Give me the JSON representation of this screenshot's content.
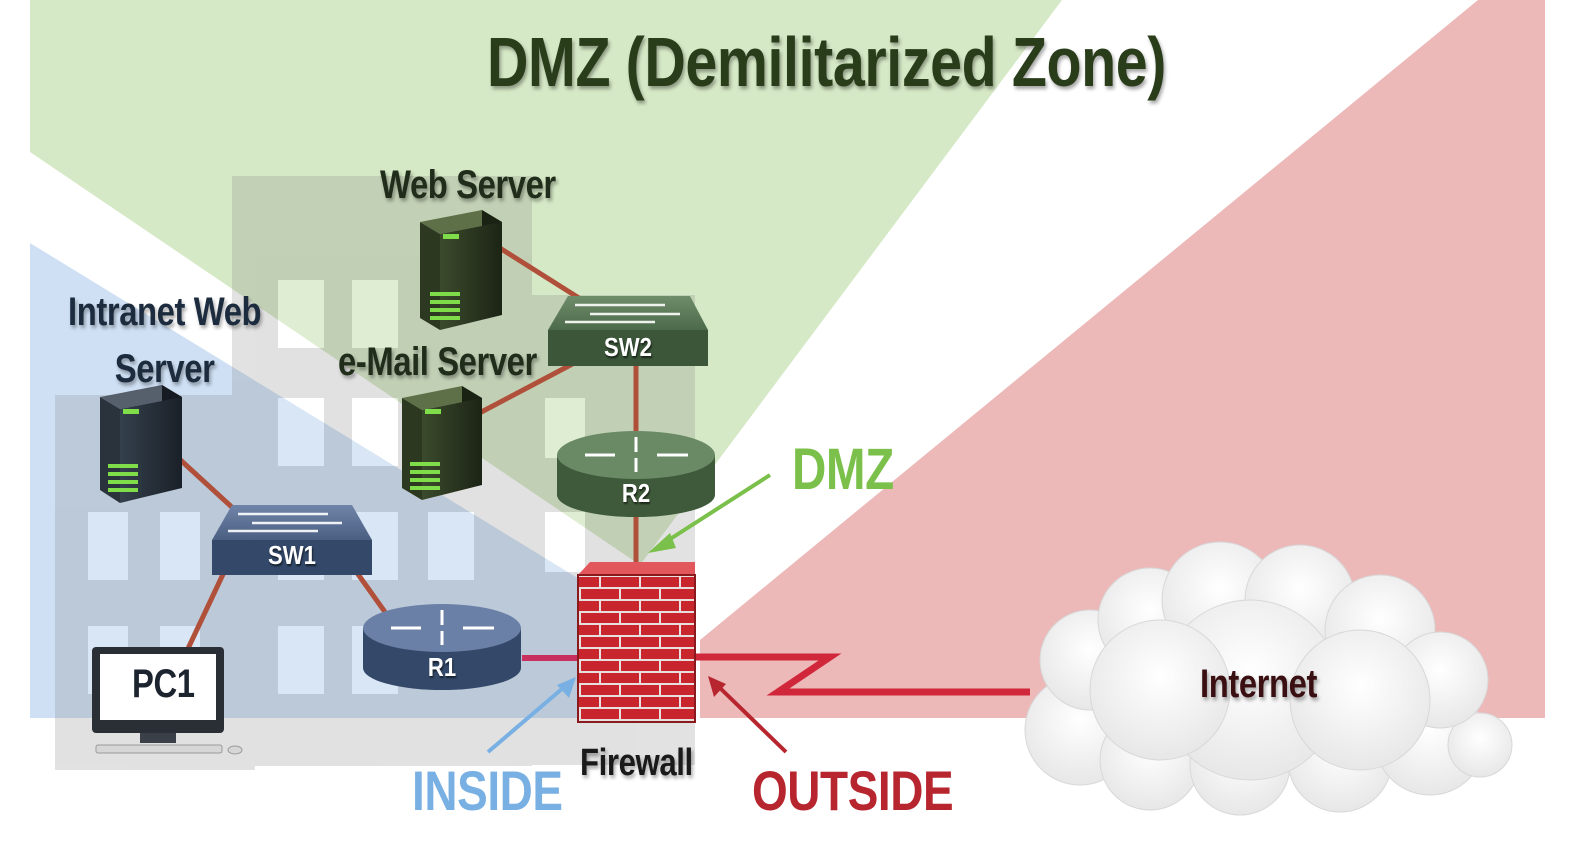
{
  "title": "DMZ (Demilitarized Zone)",
  "devices": {
    "web_server": "Web Server",
    "email_server": "e-Mail Server",
    "intranet_server": "Intranet Web Server",
    "sw1": "SW1",
    "sw2": "SW2",
    "r1": "R1",
    "r2": "R2",
    "pc1": "PC1",
    "firewall": "Firewall",
    "internet": "Internet"
  },
  "zones": {
    "dmz": "DMZ",
    "inside": "INSIDE",
    "outside": "OUTSIDE"
  },
  "colors": {
    "inside_zone": "#cfe0f4",
    "dmz_zone": "#d6e9c6",
    "outside_zone": "#ecb8b8",
    "dmz_text": "#7ac04a",
    "inside_text": "#79b0e3",
    "outside_text": "#b7262e",
    "link": "#b0503a",
    "wan_link": "#d0283a"
  }
}
